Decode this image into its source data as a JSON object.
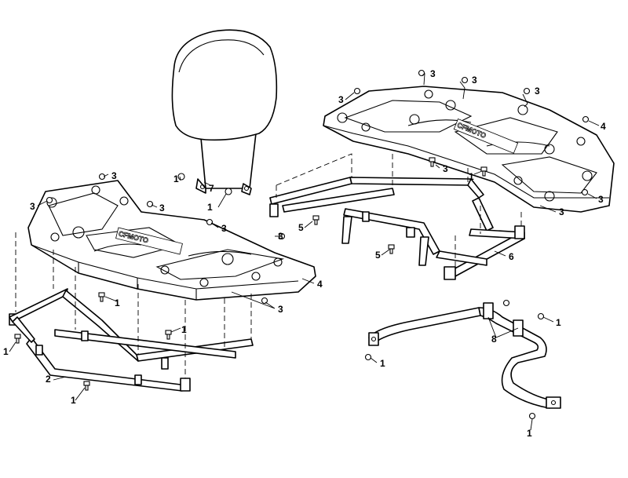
{
  "brand_mark": "CFMOTO",
  "callouts": [
    {
      "id": "c1",
      "text": "3"
    },
    {
      "id": "c2",
      "text": "3"
    },
    {
      "id": "c3",
      "text": "3"
    },
    {
      "id": "c4",
      "text": "3"
    },
    {
      "id": "c5",
      "text": "3"
    },
    {
      "id": "c6",
      "text": "3"
    },
    {
      "id": "c7",
      "text": "1"
    },
    {
      "id": "c8",
      "text": "3"
    },
    {
      "id": "c9",
      "text": "1"
    },
    {
      "id": "c10",
      "text": "3"
    },
    {
      "id": "c11",
      "text": "4"
    },
    {
      "id": "c12",
      "text": "5"
    },
    {
      "id": "c13",
      "text": "5"
    },
    {
      "id": "c14",
      "text": "6"
    },
    {
      "id": "c15",
      "text": "1"
    },
    {
      "id": "c16",
      "text": "7"
    },
    {
      "id": "c17",
      "text": "1"
    },
    {
      "id": "c18",
      "text": "3"
    },
    {
      "id": "c19",
      "text": "3"
    },
    {
      "id": "c20",
      "text": "3"
    },
    {
      "id": "c21",
      "text": "3"
    },
    {
      "id": "c22",
      "text": "4"
    },
    {
      "id": "c23",
      "text": "3"
    },
    {
      "id": "c24",
      "text": "1"
    },
    {
      "id": "c25",
      "text": "1"
    },
    {
      "id": "c26",
      "text": "2"
    },
    {
      "id": "c27",
      "text": "1"
    },
    {
      "id": "c28",
      "text": "1"
    },
    {
      "id": "c29",
      "text": "8"
    },
    {
      "id": "c30",
      "text": "1"
    },
    {
      "id": "c31",
      "text": "1"
    }
  ]
}
